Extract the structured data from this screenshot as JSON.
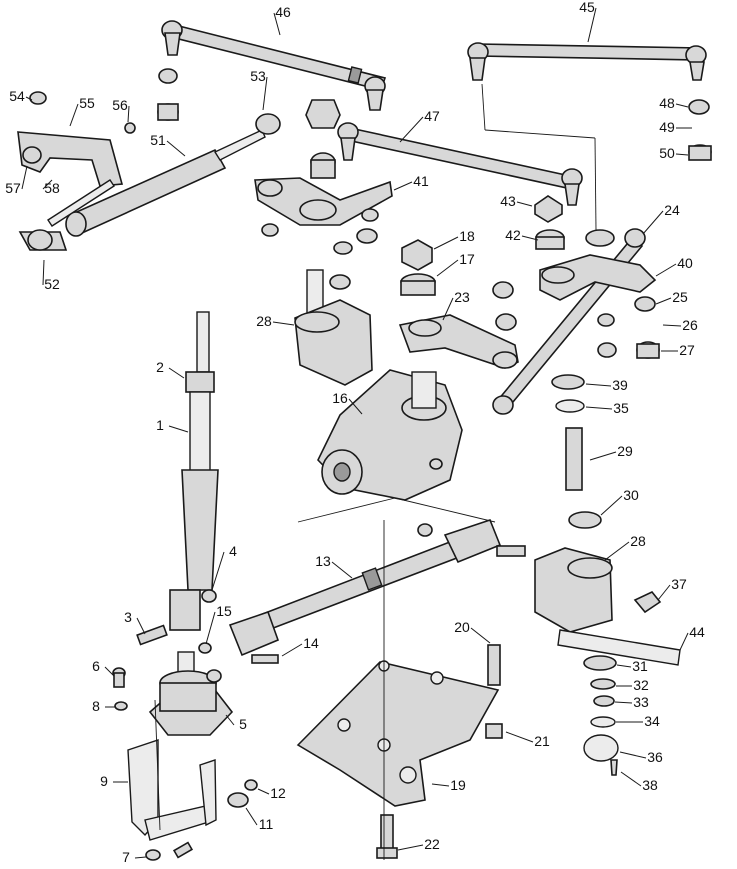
{
  "diagram": {
    "labels": [
      "1",
      "2",
      "3",
      "4",
      "5",
      "6",
      "7",
      "8",
      "9",
      "11",
      "12",
      "13",
      "14",
      "15",
      "16",
      "17",
      "18",
      "19",
      "20",
      "21",
      "22",
      "23",
      "24",
      "25",
      "26",
      "27",
      "28",
      "28",
      "29",
      "30",
      "31",
      "32",
      "33",
      "34",
      "35",
      "36",
      "37",
      "38",
      "39",
      "40",
      "41",
      "42",
      "43",
      "44",
      "45",
      "46",
      "47",
      "48",
      "49",
      "50",
      "51",
      "52",
      "53",
      "54",
      "55",
      "56",
      "57",
      "58"
    ]
  },
  "colors": {
    "line": "#1a1a1a",
    "fill": "#d8d8d8",
    "shade": "#9a9a9a",
    "background": "#ffffff"
  }
}
